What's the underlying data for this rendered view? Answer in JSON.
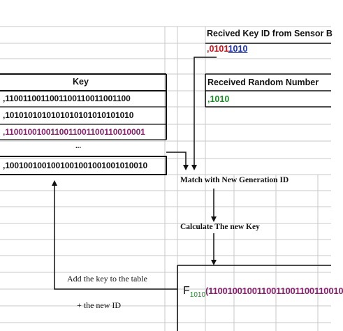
{
  "sensor": {
    "title": "Recived Key ID from Sensor B",
    "id_prefix": ",0101",
    "id_suffix": "1010"
  },
  "random": {
    "title": "Received Random Number",
    "value": ",1010"
  },
  "key_table": {
    "header": "Key",
    "rows": [
      ",1100110011001100110011001100",
      ",1010101010101010101010101010",
      ",1100100100110011001100110010001",
      "...",
      ",1001001001001001001001001010010"
    ]
  },
  "steps": {
    "match": "Match with New Generation ID",
    "calculate": "Calculate The new Key",
    "add": "Add the key to the table",
    "plus_id": "+ the new ID"
  },
  "formula": {
    "f": "F",
    "sub": "1010",
    "value": "(1100100100110011001100110010"
  },
  "colors": {
    "id_prefix": "#d0121b",
    "id_suffix": "#1a2fb0",
    "random_value": "#1f8a2a",
    "highlight_key": "#8b1f6e",
    "formula_sub": "#1f8a2a"
  }
}
